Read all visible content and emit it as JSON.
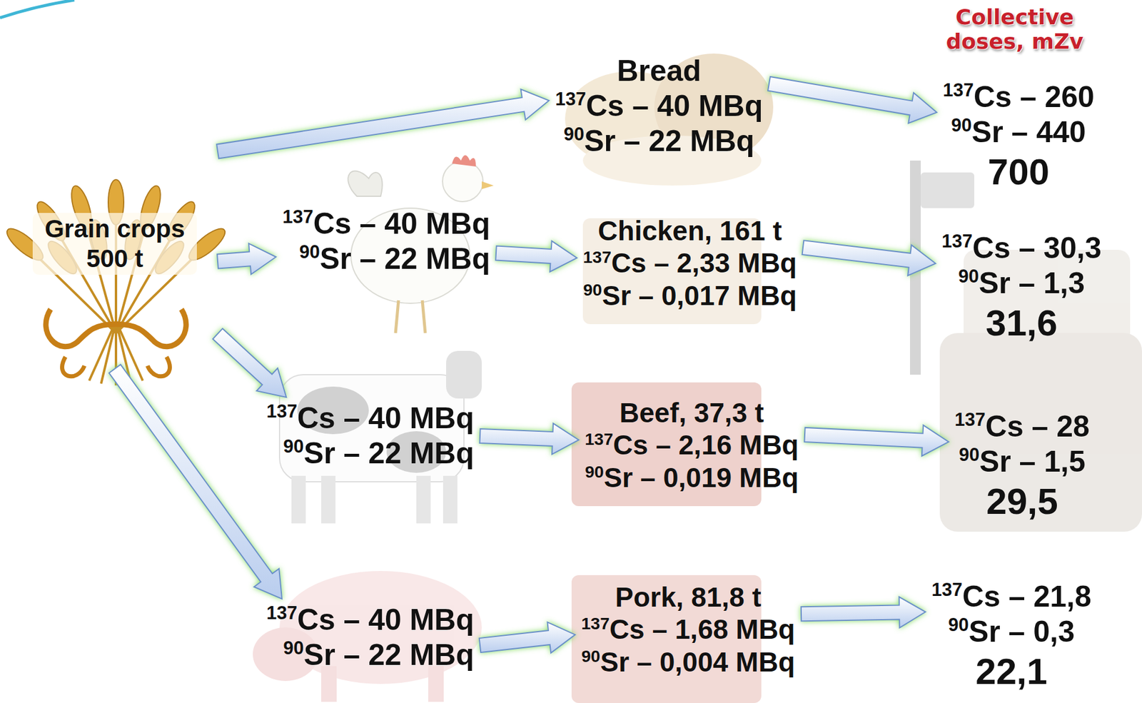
{
  "diagram": {
    "title": "Collective doses, mZv",
    "nodes": [
      {
        "text": [
          "Grain crops 500 t"
        ]
      },
      {
        "text": [
          "Bread",
          "137Cs – 40 MBq",
          "90Sr – 22 MBq"
        ]
      },
      {
        "text": [
          "137Cs – 260",
          "90Sr – 440",
          "700"
        ]
      },
      {
        "text": [
          "137Cs – 40 MBq",
          "90Sr – 22 MBq"
        ]
      },
      {
        "text": [
          "Chicken, 161 t",
          "137Cs – 2,33 MBq",
          "90Sr – 0,017 MBq"
        ]
      },
      {
        "text": [
          "137Cs – 30,3",
          "90Sr – 1,3",
          "31,6"
        ]
      },
      {
        "text": [
          "137Cs – 40 MBq",
          "90Sr – 22 MBq"
        ]
      },
      {
        "text": [
          "Beef, 37,3 t",
          "137Cs – 2,16 MBq",
          "90Sr – 0,019 MBq"
        ]
      },
      {
        "text": [
          "137Cs – 28",
          "90Sr – 1,5",
          "29,5"
        ]
      },
      {
        "text": [
          "137Cs – 40 MBq",
          "90Sr – 22 MBq"
        ]
      },
      {
        "text": [
          "Pork, 81,8 t",
          "137Cs – 1,68 MBq",
          "90Sr – 0,004 MBq"
        ]
      },
      {
        "text": [
          "137Cs – 21,8",
          "90Sr – 0,3",
          "22,1"
        ]
      }
    ],
    "edges": [
      {
        "from": 0,
        "to": 1,
        "arrow": "to"
      },
      {
        "from": 1,
        "to": 2,
        "arrow": "to"
      },
      {
        "from": 0,
        "to": 3,
        "arrow": "to"
      },
      {
        "from": 3,
        "to": 4,
        "arrow": "to"
      },
      {
        "from": 4,
        "to": 5,
        "arrow": "to"
      },
      {
        "from": 0,
        "to": 6,
        "arrow": "to"
      },
      {
        "from": 6,
        "to": 7,
        "arrow": "to"
      },
      {
        "from": 7,
        "to": 8,
        "arrow": "to"
      },
      {
        "from": 0,
        "to": 9,
        "arrow": "to"
      },
      {
        "from": 9,
        "to": 10,
        "arrow": "to"
      },
      {
        "from": 10,
        "to": 11,
        "arrow": "to"
      }
    ]
  }
}
